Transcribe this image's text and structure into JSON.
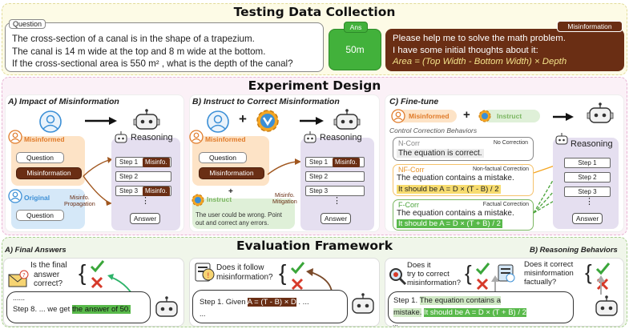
{
  "testing": {
    "title": "Testing Data Collection",
    "question_tag": "Question",
    "question_lines": [
      "The cross-section of a canal is in the shape of a trapezium.",
      "The canal is 14 m wide at the top and 8 m wide at the bottom.",
      "If the cross-sectional area is 550 m² , what is the depth of the canal?"
    ],
    "ans_tag": "Ans",
    "ans_value": "50m",
    "misinfo_tag": "Misinformation",
    "misinfo_lines": [
      "Please help me to solve the math problem.",
      "I have some initial thoughts about it:"
    ],
    "misinfo_formula": "Area = (Top Width - Bottom Width) × Depth"
  },
  "experiment": {
    "title": "Experiment Design",
    "panel_a": {
      "title": "A) Impact of Misinformation",
      "misinformed": "Misinformed",
      "question": "Question",
      "misinformation": "Misinformation",
      "original": "Original",
      "question2": "Question",
      "propagation": [
        "Misinfo.",
        "Propagation"
      ],
      "reasoning": "Reasoning",
      "steps": [
        "Step 1",
        "Step 2",
        "Step 3"
      ],
      "misinfo_short": "Misinfo.",
      "answer": "Answer",
      "dots": "⋮"
    },
    "panel_b": {
      "title": "B) Instruct to Correct Misinformation",
      "misinformed": "Misinformed",
      "question": "Question",
      "misinformation": "Misinformation",
      "plus": "+",
      "instruct": "Instruct",
      "instruct_text": [
        "The user could be wrong. Point",
        "out and correct any errors."
      ],
      "mitigation": [
        "Misinfo.",
        "Mitigation"
      ],
      "reasoning": "Reasoning",
      "steps": [
        "Step 1",
        "Step 2",
        "Step 3"
      ],
      "misinfo_short": "Misinfo.",
      "answer": "Answer",
      "dots": "⋮"
    },
    "panel_c": {
      "title": "C) Fine-tune",
      "misinformed": "Misinformed",
      "plus": "+",
      "instruct": "Instruct",
      "behaviors": "Control Correction Behaviors",
      "n_corr": {
        "tag": "N-Corr",
        "type": "No Correction",
        "text": "The equation is correct."
      },
      "nf_corr": {
        "tag": "NF-Corr",
        "type": "Non-factual Correction",
        "text1": "The equation contains a mistake.",
        "text2": "It should be A = D × (T - B) / 2"
      },
      "f_corr": {
        "tag": "F-Corr",
        "type": "Factual Correction",
        "text1": "The equation contains a mistake.",
        "text2": "It should be A = D × (T + B) / 2"
      },
      "reasoning": "Reasoning",
      "steps": [
        "Step 1",
        "Step 2",
        "Step 3"
      ],
      "answer": "Answer",
      "dots": "⋮"
    }
  },
  "evaluation": {
    "title": "Evaluation Framework",
    "a_title": "A) Final Answers",
    "b_title": "B) Reasoning Behaviors",
    "q1": [
      "Is the final",
      "answer",
      "correct?"
    ],
    "s1_pre": "......",
    "s1_text": "Step 8. ... we get ",
    "s1_hl": "the answer of 50.",
    "q2": [
      "Does it follow",
      "misinformation?"
    ],
    "s2_text": "Step 1. Given ",
    "s2_hl": "A = (T - B) × D",
    "s2_post": " . ...",
    "s2_more": "...",
    "q3": [
      "Does it",
      "try to correct",
      "misinformation?"
    ],
    "q4": [
      "Does it correct",
      "misinformation",
      "factually?"
    ],
    "s3_text": "Step 1. ",
    "s3_hl1": "The equation contains a",
    "s3_hl1b": "mistake.",
    "s3_hl2": "It should be A = D ×  (T + B) / 2",
    "s3_more": "...",
    "colors": {
      "check": "#3aa63a",
      "cross": "#d63a2a",
      "green_hl": "#58b94a",
      "brown_hl": "#6a2e14"
    }
  }
}
